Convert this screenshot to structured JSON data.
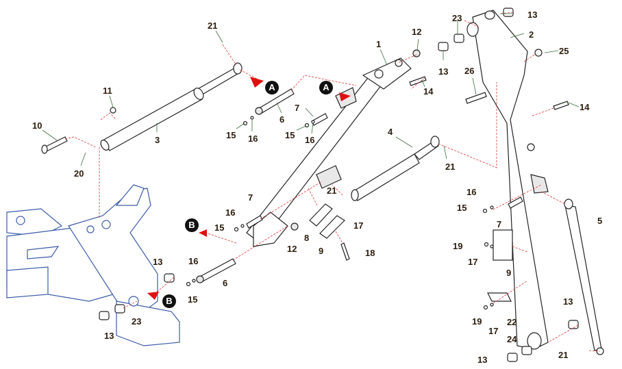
{
  "diagram": {
    "title": "Boom and arm assembly exploded parts diagram",
    "labels": [
      {
        "id": "l21a",
        "text": "21"
      },
      {
        "id": "l11",
        "text": "11"
      },
      {
        "id": "l10",
        "text": "10"
      },
      {
        "id": "l3",
        "text": "3"
      },
      {
        "id": "l20",
        "text": "20"
      },
      {
        "id": "l6a",
        "text": "6"
      },
      {
        "id": "l15a",
        "text": "15"
      },
      {
        "id": "l16a",
        "text": "16"
      },
      {
        "id": "l7a",
        "text": "7"
      },
      {
        "id": "l15b",
        "text": "15"
      },
      {
        "id": "l16b",
        "text": "16"
      },
      {
        "id": "l1",
        "text": "1"
      },
      {
        "id": "l12a",
        "text": "12"
      },
      {
        "id": "l13a",
        "text": "13"
      },
      {
        "id": "l14a",
        "text": "14"
      },
      {
        "id": "l4",
        "text": "4"
      },
      {
        "id": "l21b",
        "text": "21"
      },
      {
        "id": "l21c",
        "text": "21"
      },
      {
        "id": "l23a",
        "text": "23"
      },
      {
        "id": "l13b",
        "text": "13"
      },
      {
        "id": "l2",
        "text": "2"
      },
      {
        "id": "l25",
        "text": "25"
      },
      {
        "id": "l26",
        "text": "26"
      },
      {
        "id": "l14b",
        "text": "14"
      },
      {
        "id": "l7b",
        "text": "7"
      },
      {
        "id": "l16c",
        "text": "16"
      },
      {
        "id": "l15c",
        "text": "15"
      },
      {
        "id": "l12b",
        "text": "12"
      },
      {
        "id": "l8",
        "text": "8"
      },
      {
        "id": "l9a",
        "text": "9"
      },
      {
        "id": "l17a",
        "text": "17"
      },
      {
        "id": "l18",
        "text": "18"
      },
      {
        "id": "l16d",
        "text": "16"
      },
      {
        "id": "l15d",
        "text": "15"
      },
      {
        "id": "l6b",
        "text": "6"
      },
      {
        "id": "l13c",
        "text": "13"
      },
      {
        "id": "l23b",
        "text": "23"
      },
      {
        "id": "l13d",
        "text": "13"
      },
      {
        "id": "l16e",
        "text": "16"
      },
      {
        "id": "l15e",
        "text": "15"
      },
      {
        "id": "l7c",
        "text": "7"
      },
      {
        "id": "l5",
        "text": "5"
      },
      {
        "id": "l19a",
        "text": "19"
      },
      {
        "id": "l17b",
        "text": "17"
      },
      {
        "id": "l9b",
        "text": "9"
      },
      {
        "id": "l19b",
        "text": "19"
      },
      {
        "id": "l17c",
        "text": "17"
      },
      {
        "id": "l22",
        "text": "22"
      },
      {
        "id": "l13e",
        "text": "13"
      },
      {
        "id": "l24",
        "text": "24"
      },
      {
        "id": "l13f",
        "text": "13"
      },
      {
        "id": "l21d",
        "text": "21"
      }
    ],
    "callouts": [
      {
        "id": "cA1",
        "text": "A"
      },
      {
        "id": "cA2",
        "text": "A"
      },
      {
        "id": "cB1",
        "text": "B"
      },
      {
        "id": "cB2",
        "text": "B"
      }
    ],
    "colors": {
      "part_outline": "#222222",
      "frame_outline": "#3a5aa8",
      "leader_line": "#3a6a3a",
      "dashed_line": "#e03030",
      "arrow": "#e01010",
      "label_text": "#2a1c0c"
    }
  }
}
